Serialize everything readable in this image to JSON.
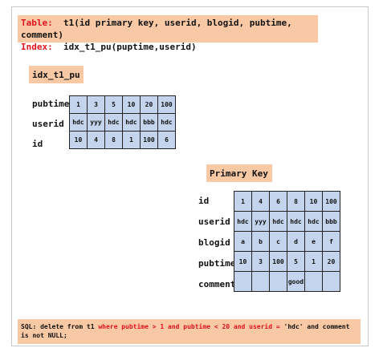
{
  "header": {
    "table_label": "Table:",
    "table_def": "t1(id primary key, userid, blogid, pubtime, comment)",
    "index_label": "Index:",
    "index_def": "idx_t1_pu(puptime,userid)"
  },
  "index_box": {
    "title": "idx_t1_pu",
    "rows": [
      {
        "label": "pubtime",
        "cells": [
          "1",
          "3",
          "5",
          "10",
          "20",
          "100"
        ]
      },
      {
        "label": "userid",
        "cells": [
          "hdc",
          "yyy",
          "hdc",
          "hdc",
          "bbb",
          "hdc"
        ]
      },
      {
        "label": "id",
        "cells": [
          "10",
          "4",
          "8",
          "1",
          "100",
          "6"
        ]
      }
    ]
  },
  "primary_box": {
    "title": "Primary Key",
    "rows": [
      {
        "label": "id",
        "cells": [
          "1",
          "4",
          "6",
          "8",
          "10",
          "100"
        ]
      },
      {
        "label": "userid",
        "cells": [
          "hdc",
          "yyy",
          "hdc",
          "hdc",
          "hdc",
          "bbb"
        ]
      },
      {
        "label": "blogid",
        "cells": [
          "a",
          "b",
          "c",
          "d",
          "e",
          "f"
        ]
      },
      {
        "label": "pubtime",
        "cells": [
          "10",
          "3",
          "100",
          "5",
          "1",
          "20"
        ]
      },
      {
        "label": "comment",
        "cells": [
          "",
          "",
          "",
          "good",
          "",
          ""
        ]
      }
    ]
  },
  "sql": {
    "p1": "SQL: delete from t1 ",
    "p2": "where pubtime > 1 and pubtime < 20 and userid = ",
    "p3": " 'hdc' and comment is not NULL;"
  },
  "colors": {
    "accent": "#f8c9a4",
    "cell": "#c4d4ec",
    "keyword": "#e0141e"
  }
}
